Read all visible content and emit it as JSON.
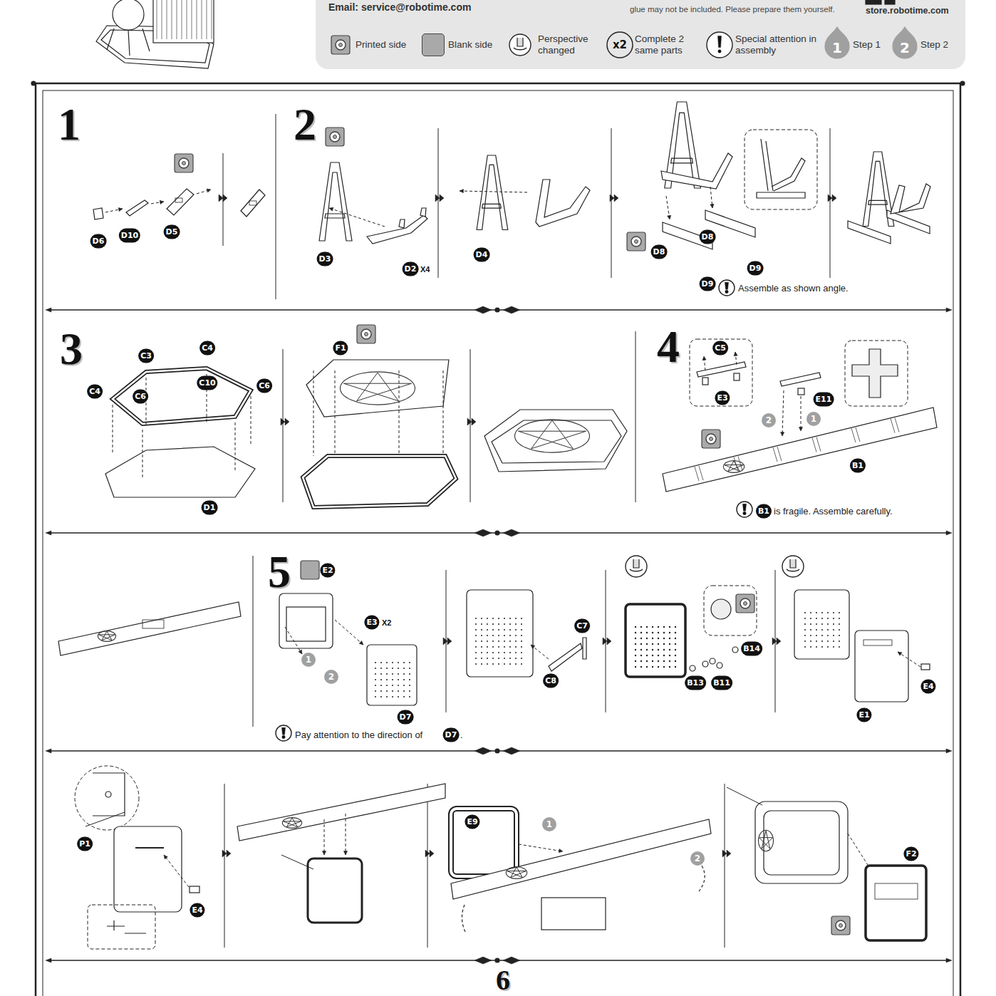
{
  "diagram": {
    "labels": [
      "Email: service@robotime.com",
      "glue may not be included. Please prepare them yourself.",
      "store.robotime.com",
      "x2",
      "1",
      "2",
      "1",
      "D6",
      "D10",
      "D5",
      "2",
      "D3",
      "D2",
      "X4",
      "D4",
      "D8",
      "D8",
      "D9",
      "D9",
      "Assemble as shown angle.",
      "3",
      "C3",
      "C4",
      "C4",
      "C10",
      "C6",
      "C6",
      "D1",
      "F1",
      "4",
      "C5",
      "E3",
      "E11",
      "1",
      "2",
      "B1",
      "B1",
      "is fragile. Assemble carefully.",
      "5",
      "E2",
      "E3",
      "X2",
      "1",
      "2",
      "D7",
      "Pay attention to the direction of",
      "D7",
      ".",
      "C7",
      "C8",
      "B14",
      "B13",
      "B11",
      "E1",
      "E4",
      "P1",
      "E4",
      "E9",
      "1",
      "2",
      "F2",
      "6"
    ],
    "legend": [
      {
        "text": "Printed side"
      },
      {
        "text": "Blank side",
        "color": "#a9a9a9"
      },
      {
        "text": "Perspective changed"
      },
      {
        "text": "Complete 2 same parts"
      },
      {
        "text": "Special attention in assembly"
      },
      {
        "text": "Step 1"
      },
      {
        "text": "Step 2"
      }
    ]
  }
}
